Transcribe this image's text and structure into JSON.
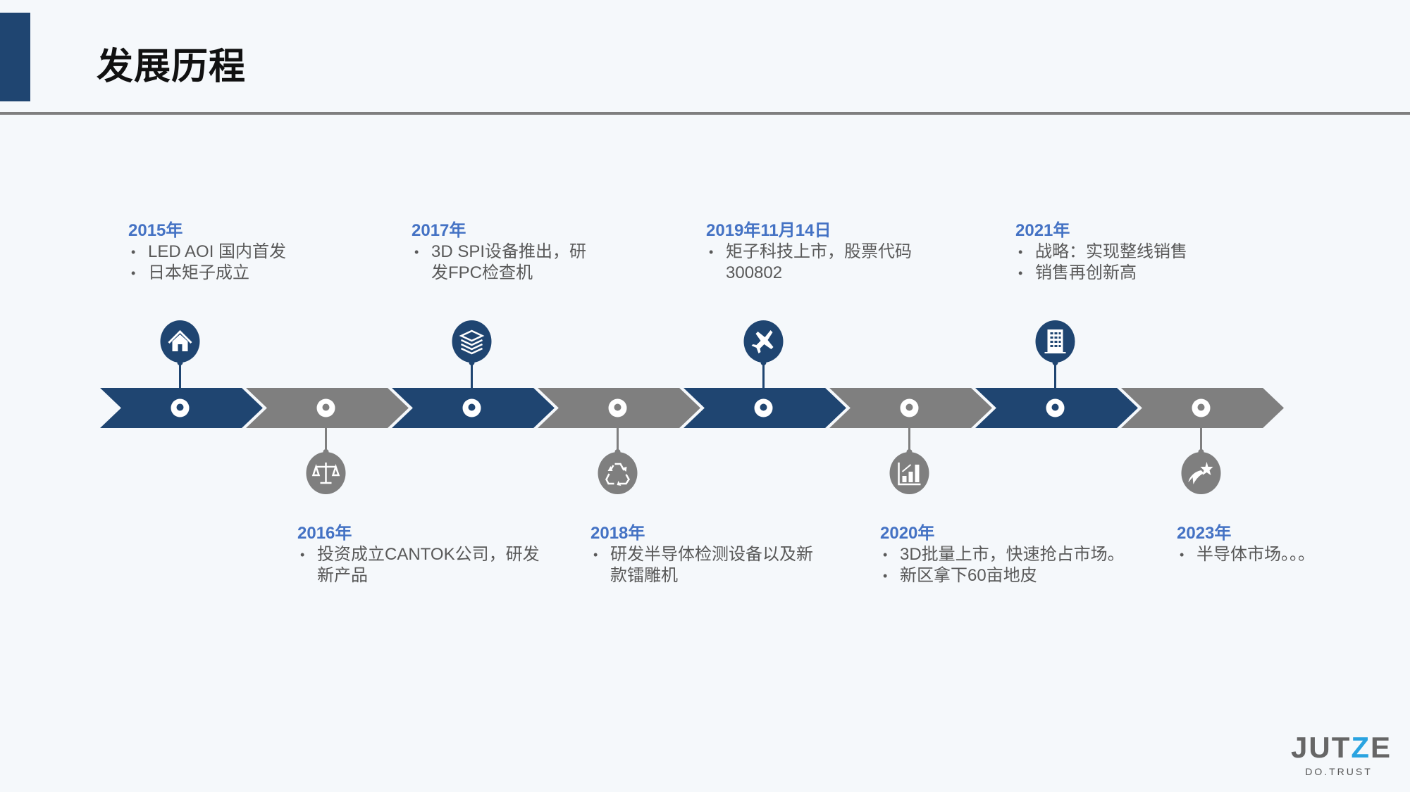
{
  "header": {
    "title": "发展历程"
  },
  "colors": {
    "navy": "#1f4571",
    "gray": "#7f7f7f",
    "year": "#4472c4"
  },
  "events": [
    {
      "year": "2015年",
      "position": "top",
      "icon": "home-icon",
      "bullets": [
        "LED AOI 国内首发",
        "日本矩子成立"
      ]
    },
    {
      "year": "2016年",
      "position": "bottom",
      "icon": "scale-icon",
      "bullets": [
        "投资成立CANTOK公司，研发新产品"
      ]
    },
    {
      "year": "2017年",
      "position": "top",
      "icon": "layers-icon",
      "bullets": [
        "3D SPI设备推出，研发FPC检查机"
      ]
    },
    {
      "year": "2018年",
      "position": "bottom",
      "icon": "recycle-icon",
      "bullets": [
        "研发半导体检测设备以及新款镭雕机"
      ]
    },
    {
      "year": "2019年11月14日",
      "position": "top",
      "icon": "airplane-icon",
      "bullets": [
        "矩子科技上市，股票代码300802"
      ]
    },
    {
      "year": "2020年",
      "position": "bottom",
      "icon": "bar-chart-icon",
      "bullets": [
        "3D批量上市，快速抢占市场。",
        "新区拿下60亩地皮"
      ]
    },
    {
      "year": "2021年",
      "position": "top",
      "icon": "building-icon",
      "bullets": [
        "战略：实现整线销售",
        "销售再创新高"
      ]
    },
    {
      "year": "2023年",
      "position": "bottom",
      "icon": "shooting-star-icon",
      "bullets": [
        "半导体市场。。。"
      ]
    }
  ],
  "logo": {
    "name_left": "JUT",
    "name_z": "Z",
    "name_right": "E",
    "tagline": "DO.TRUST"
  }
}
